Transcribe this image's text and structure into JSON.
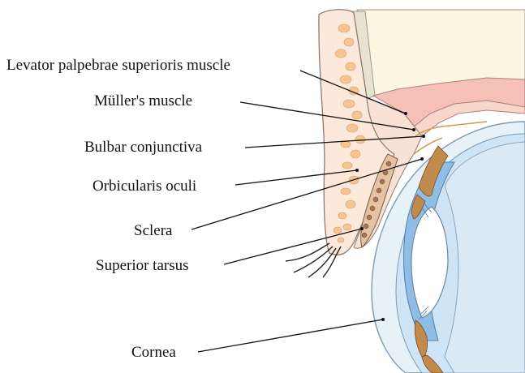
{
  "diagram": {
    "labels": [
      {
        "id": "levator",
        "text": "Levator palpebrae superioris muscle"
      },
      {
        "id": "muller",
        "text": "Müller's muscle"
      },
      {
        "id": "bulbar",
        "text": "Bulbar conjunctiva"
      },
      {
        "id": "orbicularis",
        "text": "Orbicularis oculi"
      },
      {
        "id": "sclera",
        "text": "Sclera"
      },
      {
        "id": "tarsus",
        "text": "Superior tarsus"
      },
      {
        "id": "cornea",
        "text": "Cornea"
      }
    ],
    "colors": {
      "skin": "#fde9dc",
      "fat": "#fbf6e0",
      "muscle_pink": "#f5c1b6",
      "orbicularis": "#f7c58f",
      "tarsus": "#c09070",
      "cornea_fluid": "#cfe4f5",
      "iris_blue": "#8fbde6",
      "lens": "#ffffff",
      "outline": "#333333"
    }
  }
}
